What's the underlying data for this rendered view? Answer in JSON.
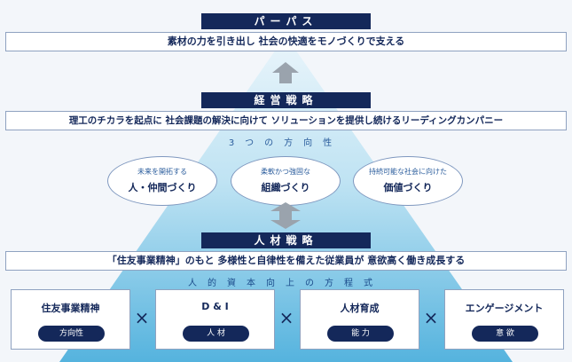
{
  "purpose": {
    "heading": "パーパス",
    "statement": "素材の力を引き出し 社会の快適をモノづくりで支える"
  },
  "strategy": {
    "heading": "経営戦略",
    "statement": "理工のチカラを起点に 社会課題の解決に向けて ソリューションを提供し続けるリーディングカンパニー",
    "directions_label": "3つの方向性",
    "directions": [
      {
        "sub": "未来を開拓する",
        "main": "人・仲間づくり"
      },
      {
        "sub": "柔軟かつ強固な",
        "main": "組織づくり"
      },
      {
        "sub": "持続可能な社会に向けた",
        "main": "価値づくり"
      }
    ]
  },
  "hr": {
    "heading": "人材戦略",
    "statement": "「住友事業精神」のもと 多様性と自律性を備えた従業員が 意欲高く働き成長する",
    "equation_label": "人的資本向上の方程式",
    "pillars": [
      {
        "title": "住友事業精神",
        "tag": "方向性"
      },
      {
        "title": "D & I",
        "tag": "人 材"
      },
      {
        "title": "人材育成",
        "tag": "能 力"
      },
      {
        "title": "エンゲージメント",
        "tag": "意 欲"
      }
    ],
    "operator": "×"
  },
  "colors": {
    "navy": "#14285a",
    "accent_blue": "#2a5c9c",
    "triangle_top": "#eaf5fb",
    "triangle_bottom": "#55b3de",
    "arrow_gray": "#9aa3ad"
  },
  "icons": {
    "arrow_up": "up-arrow-icon",
    "arrow_both": "up-down-arrow-icon"
  }
}
